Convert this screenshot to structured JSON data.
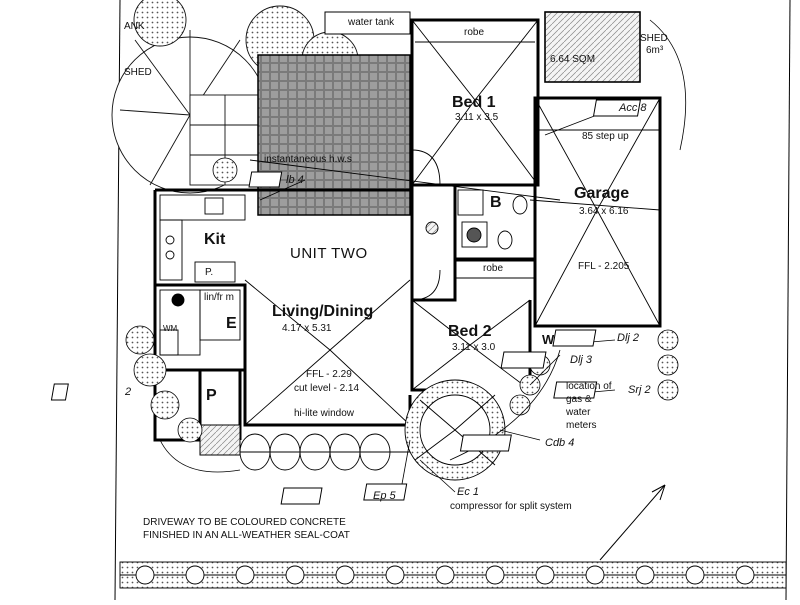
{
  "labels": {
    "water_tank": "water tank",
    "robe_top": "robe",
    "shed": "SHED",
    "shed_vol": "6m³",
    "tank_volume": "6.64 SQM",
    "tag_acc8": "Acc 8",
    "bed1": "Bed 1",
    "bed1_size": "3.11 x 3.5",
    "step_up": "85 step up",
    "instantaneous_hws": "instantaneous h.w.s",
    "tag_lb4": "lb 4",
    "garage": "Garage",
    "garage_size": "3.64 x 6.16",
    "garage_ffl": "FFL - 2.205",
    "bathroom": "B",
    "robe_mid": "robe",
    "kitchen": "Kit",
    "unit_two": "UNIT TWO",
    "pantry": "P.",
    "laundry": "lin/fr m",
    "wm": "WM",
    "living_dining": "Living/Dining",
    "living_size": "4.17 x 5.31",
    "entry": "E",
    "bed2": "Bed 2",
    "bed2_size": "3.11 x 3.0",
    "w_meter": "W",
    "tag_dlj2": "Dlj 2",
    "tag_dlj3": "Dlj 3",
    "tag_srj2": "Srj 2",
    "tag_left2": "2",
    "meters_note_1": "location of",
    "meters_note_2": "gas &",
    "meters_note_3": "water",
    "meters_note_4": "meters",
    "porch": "P",
    "ffl": "FFL - 2.29",
    "cut_level": "cut level - 2.14",
    "hilite": "hi-lite window",
    "tag_cdb4": "Cdb 4",
    "tag_ep5": "Ep 5",
    "tag_ec1": "Ec 1",
    "compressor": "compressor for split system",
    "driveway_1": "DRIVEWAY TO BE COLOURED CONCRETE",
    "driveway_2": "FINISHED IN AN ALL-WEATHER SEAL-COAT",
    "tank_small": "ANK",
    "shed_left": "SHED"
  }
}
